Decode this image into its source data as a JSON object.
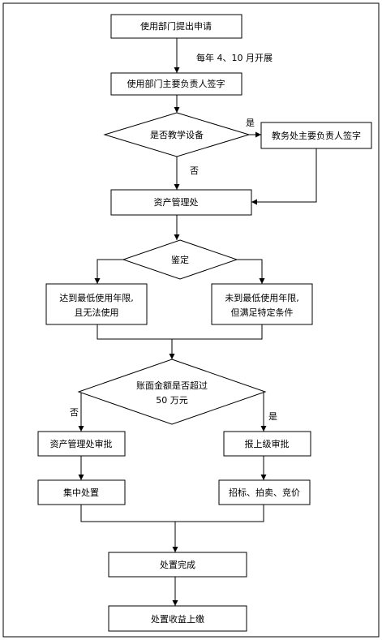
{
  "nodes": {
    "n1": "使用部门提出申请",
    "n2": "使用部门主要负责人签字",
    "d1": "是否教学设备",
    "n3": "教务处主要负责人签字",
    "n4": "资产管理处",
    "d2": "鉴定",
    "n5": [
      "达到最低使用年限,",
      "且无法使用"
    ],
    "n6": [
      "未到最低使用年限,",
      "但满足特定条件"
    ],
    "d3": [
      "账面金额是否超过",
      "50 万元"
    ],
    "n7": "资产管理处审批",
    "n8": "报上级审批",
    "n9": "集中处置",
    "n10": "招标、拍卖、竞价",
    "n11": "处置完成",
    "n12": "处置收益上缴"
  },
  "labels": {
    "schedule": "每年 4、10 月开展",
    "d1_yes": "是",
    "d1_no": "否",
    "d3_no": "否",
    "d3_yes": "是"
  }
}
